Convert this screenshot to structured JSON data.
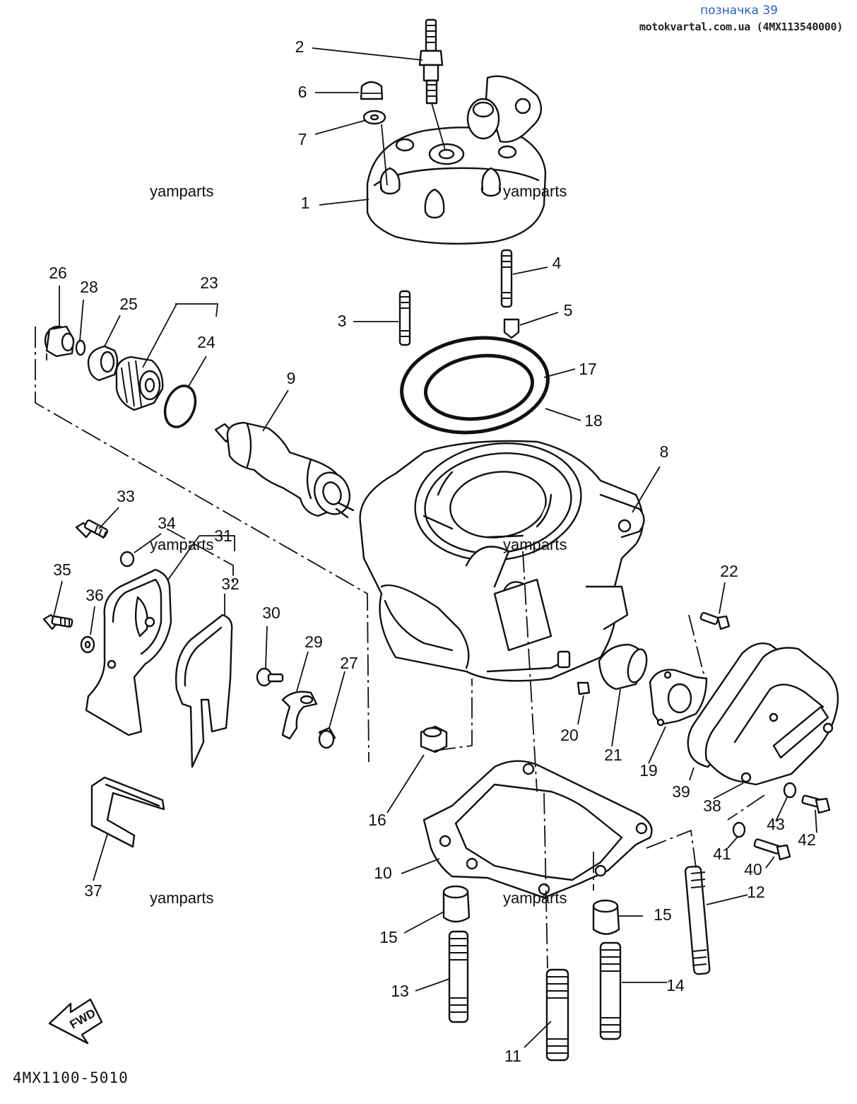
{
  "header": {
    "title": "позначка 39",
    "source": "motokvartal.com.ua (4MX113540000)"
  },
  "watermarks": [
    "yamparts",
    "yamparts",
    "yamparts",
    "yamparts",
    "yamparts",
    "yamparts"
  ],
  "diagram_code": "4MX1100-5010",
  "fwd_arrow": {
    "label": "FWD",
    "icon": "forward-arrow-icon"
  },
  "callouts": [
    "1",
    "2",
    "3",
    "4",
    "5",
    "6",
    "7",
    "8",
    "9",
    "10",
    "11",
    "12",
    "13",
    "14",
    "15",
    "15",
    "16",
    "17",
    "18",
    "19",
    "20",
    "21",
    "22",
    "23",
    "24",
    "25",
    "26",
    "27",
    "28",
    "29",
    "30",
    "31",
    "32",
    "33",
    "34",
    "35",
    "36",
    "37",
    "38",
    "39",
    "40",
    "41",
    "42",
    "43"
  ],
  "parts": [
    {
      "ref": "1",
      "icon": "cylinder-head-icon"
    },
    {
      "ref": "2",
      "icon": "spark-plug-icon"
    },
    {
      "ref": "3",
      "icon": "stud-bolt-icon"
    },
    {
      "ref": "4",
      "icon": "stud-bolt-icon"
    },
    {
      "ref": "5",
      "icon": "nut-icon"
    },
    {
      "ref": "6",
      "icon": "cap-nut-icon"
    },
    {
      "ref": "7",
      "icon": "washer-icon"
    },
    {
      "ref": "8",
      "icon": "cylinder-icon"
    },
    {
      "ref": "9",
      "icon": "power-valve-shaft-icon"
    },
    {
      "ref": "10",
      "icon": "base-gasket-icon"
    },
    {
      "ref": "11",
      "icon": "stud-bolt-icon"
    },
    {
      "ref": "12",
      "icon": "stud-bolt-icon"
    },
    {
      "ref": "13",
      "icon": "stud-bolt-icon"
    },
    {
      "ref": "14",
      "icon": "stud-bolt-icon"
    },
    {
      "ref": "15",
      "icon": "dowel-pin-icon"
    },
    {
      "ref": "16",
      "icon": "nut-icon"
    },
    {
      "ref": "17",
      "icon": "o-ring-icon"
    },
    {
      "ref": "18",
      "icon": "o-ring-icon"
    },
    {
      "ref": "19",
      "icon": "joint-icon"
    },
    {
      "ref": "20",
      "icon": "plug-icon"
    },
    {
      "ref": "21",
      "icon": "collar-icon"
    },
    {
      "ref": "22",
      "icon": "bolt-icon"
    },
    {
      "ref": "23",
      "icon": "valve-holder-icon"
    },
    {
      "ref": "24",
      "icon": "o-ring-icon"
    },
    {
      "ref": "25",
      "icon": "oil-seal-icon"
    },
    {
      "ref": "26",
      "icon": "collar-icon"
    },
    {
      "ref": "27",
      "icon": "bolt-icon"
    },
    {
      "ref": "28",
      "icon": "o-ring-icon"
    },
    {
      "ref": "29",
      "icon": "lever-icon"
    },
    {
      "ref": "30",
      "icon": "screw-icon"
    },
    {
      "ref": "31",
      "icon": "valve-cover-icon"
    },
    {
      "ref": "32",
      "icon": "gasket-icon"
    },
    {
      "ref": "33",
      "icon": "bolt-icon"
    },
    {
      "ref": "34",
      "icon": "washer-icon"
    },
    {
      "ref": "35",
      "icon": "bolt-icon"
    },
    {
      "ref": "36",
      "icon": "washer-icon"
    },
    {
      "ref": "37",
      "icon": "bracket-icon"
    },
    {
      "ref": "38",
      "icon": "cover-icon"
    },
    {
      "ref": "39",
      "icon": "gasket-icon"
    },
    {
      "ref": "40",
      "icon": "bolt-icon"
    },
    {
      "ref": "41",
      "icon": "washer-icon"
    },
    {
      "ref": "42",
      "icon": "bolt-icon"
    },
    {
      "ref": "43",
      "icon": "washer-icon"
    }
  ]
}
